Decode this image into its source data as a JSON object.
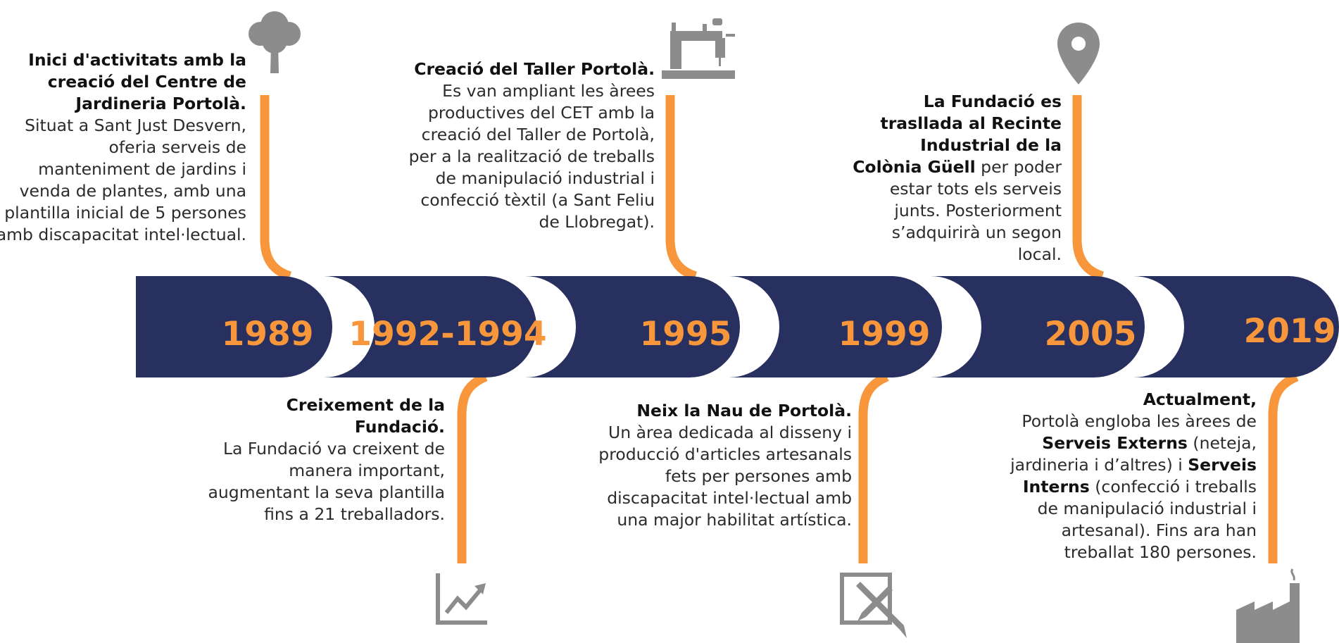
{
  "colors": {
    "band": "#283060",
    "accent": "#F7963B",
    "icon": "#8c8c8c"
  },
  "years": [
    "1989",
    "1992-1994",
    "1995",
    "1999",
    "2005",
    "2019"
  ],
  "events": {
    "e1989": {
      "title": "Inici d'activitats amb la creació del Centre de Jardineria Portolà.",
      "body": "Situat a Sant Just Desvern, oferia serveis de manteniment de jardins i venda de plantes, amb una plantilla inicial de 5 persones amb discapacitat intel·lectual."
    },
    "e1992": {
      "title": "Creixement de la Fundació.",
      "body": "La Fundació va creixent de manera important, augmentant la seva plantilla fins a 21 treballadors."
    },
    "e1995": {
      "title": "Creació del Taller Portolà.",
      "body": "Es van ampliant les àrees productives del CET amb la creació del Taller de Portolà, per a la realització de treballs de manipulació industrial i confecció tèxtil (a Sant Feliu de Llobregat)."
    },
    "e1999": {
      "title": "Neix la Nau de Portolà.",
      "body": "Un àrea dedicada al disseny i producció d'articles artesanals fets per persones amb discapacitat intel·lectual amb una major habilitat artística."
    },
    "e2005": {
      "title": "La Fundació es traslladа al Recinte Industrial de la Colònia Güell",
      "body": "per poder estar tots els serveis junts. Posteriorment s’adquirirà un segon local."
    },
    "e2019": {
      "title": "Actualment,",
      "body1": "Portolà engloba les àrees de",
      "strong1": "Serveis Externs",
      "body2": "(neteja, jardineria i d’altres) i",
      "strong2": "Serveis Interns",
      "body3": "(confecció i treballs de manipulació industrial i artesanal). Fins ara han treballat 180 persones."
    }
  },
  "icons": [
    "tree-icon",
    "sewing-machine-icon",
    "location-pin-icon",
    "growth-chart-icon",
    "design-tools-icon",
    "factory-icon"
  ]
}
